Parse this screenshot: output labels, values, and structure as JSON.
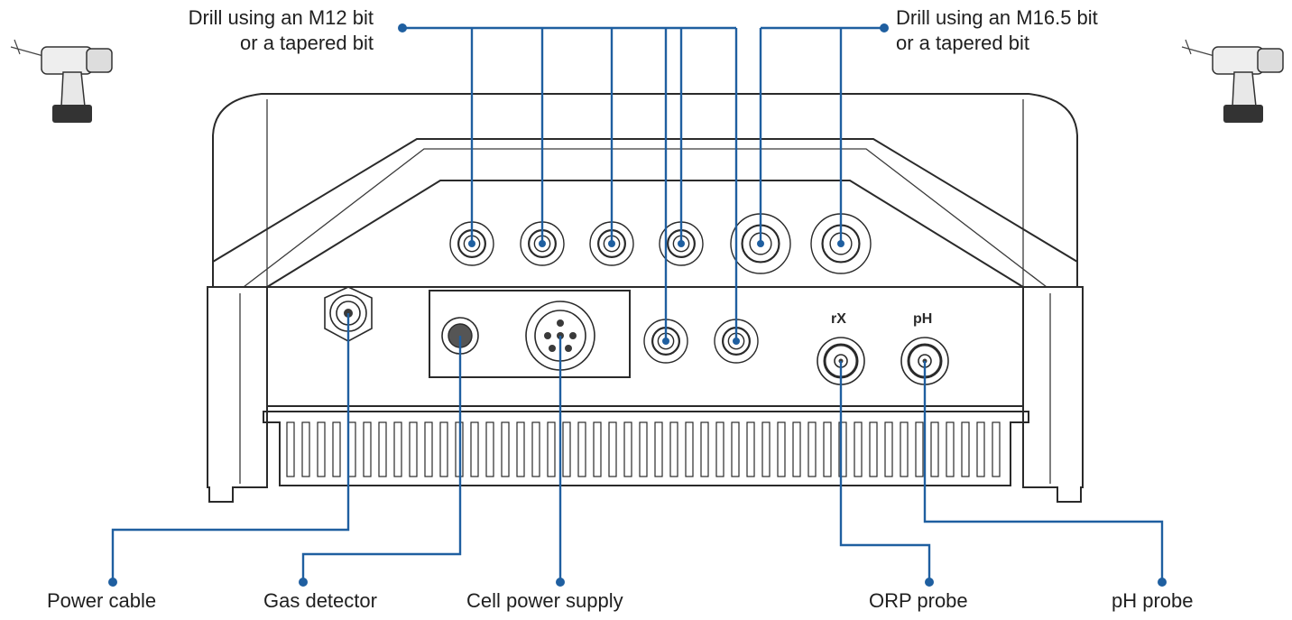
{
  "labels": {
    "drill_m12_line1": "Drill using an M12 bit",
    "drill_m12_line2": "or a tapered bit",
    "drill_m165_line1": "Drill using an M16.5 bit",
    "drill_m165_line2": "or a tapered bit",
    "power_cable": "Power cable",
    "gas_detector": "Gas detector",
    "cell_power_supply": "Cell power supply",
    "orp_probe": "ORP probe",
    "ph_probe": "pH probe"
  },
  "panel_marks": {
    "rx": "rX",
    "ph": "pH"
  },
  "colors": {
    "leader": "#1f5fa0",
    "outline": "#2a2a2a"
  },
  "icons": [
    "drill-icon-left",
    "drill-icon-right"
  ]
}
